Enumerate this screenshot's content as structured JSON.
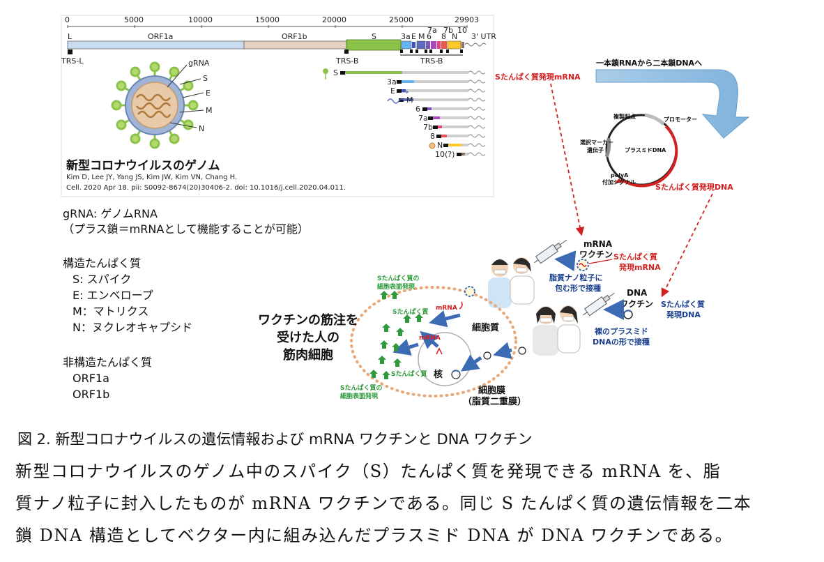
{
  "genome_panel": {
    "scale_ticks": [
      "0",
      "5000",
      "10000",
      "15000",
      "20000",
      "25000",
      "29903"
    ],
    "orf_labels": [
      "ORF1a",
      "ORF1b",
      "S",
      "3a",
      "E",
      "M",
      "6",
      "7a",
      "7b",
      "8",
      "N",
      "10",
      "3' UTR"
    ],
    "left_end": "L",
    "trs_labels": [
      "TRS-L",
      "TRS-B",
      "TRS-B"
    ],
    "virion_labels": [
      "gRNA",
      "S",
      "E",
      "M",
      "N"
    ],
    "sgrna_labels": [
      "S",
      "3a",
      "E",
      "M",
      "6",
      "7a",
      "7b",
      "8",
      "N",
      "10(?)"
    ],
    "title": "新型コロナウイルスのゲノム",
    "citation_line1": "Kim D, Lee JY, Yang JS, Kim JW, Kim VN, Chang H.",
    "citation_line2": "Cell. 2020 Apr 18. pii: S0092-8674(20)30406-2. doi: 10.1016/j.cell.2020.04.011."
  },
  "legend": {
    "grna_line1": "gRNA: ゲノムRNA",
    "grna_line2": "（プラス鎖＝mRNAとして機能することが可能）",
    "structural_title": "構造たんぱく質",
    "structural_items": [
      "S: スパイク",
      "E: エンベロープ",
      "M：マトリクス",
      "N：ヌクレオキャプシド"
    ],
    "nonstructural_title": "非構造たんぱく質",
    "nonstructural_items": [
      "ORF1a",
      "ORF1b"
    ]
  },
  "plasmid_panel": {
    "conversion_label": "一本鎖RNAから二本鎖DNAへ",
    "s_mrna_label": "Sたんぱく質発現mRNA",
    "origin": "複製起点",
    "promoter": "プロモーター",
    "marker_line1": "選択マーカー",
    "marker_line2": "遺伝子",
    "plasmid": "プラスミドDNA",
    "polya_line1": "polyA",
    "polya_line2": "付加シグナル",
    "s_dna_label": "Sたんぱく質発現DNA"
  },
  "vaccine_panel": {
    "mrna_vaccine_line1": "mRNA",
    "mrna_vaccine_line2": "ワクチン",
    "mrna_s_line1": "Sたんぱく質",
    "mrna_s_line2": "発現mRNA",
    "lnp_line1": "脂質ナノ粒子に",
    "lnp_line2": "包む形で接種",
    "dna_vaccine_line1": "DNA",
    "dna_vaccine_line2": "ワクチン",
    "dna_s_line1": "Sたんぱく質",
    "dna_s_line2": "発現DNA",
    "naked_line1": "裸のプラスミド",
    "naked_line2": "DNAの形で接種"
  },
  "cell_panel": {
    "surface_top_line1": "Sたんぱく質の",
    "surface_top_line2": "細胞表面発現",
    "s_protein_1": "Sたんぱく質",
    "mrna_1": "mRNA",
    "mrna_2": "mRNA",
    "cytoplasm": "細胞質",
    "muscle_line1": "ワクチンの筋注を",
    "muscle_line2": "受けた人の",
    "muscle_line3": "筋肉細胞",
    "s_protein_2": "Sたんぱく質",
    "nucleus": "核",
    "membrane_line1": "細胞膜",
    "membrane_line2": "（脂質二重膜）",
    "surface_bottom_line1": "Sたんぱく質の",
    "surface_bottom_line2": "細胞表面発現"
  },
  "caption": "図 2.  新型コロナウイルスの遺伝情報および mRNA ワクチンと DNA ワクチン",
  "body_text": [
    "新型コロナウイルスのゲノム中のスパイク（S）たんぱく質を発現できる mRNA を、脂",
    "質ナノ粒子に封入したものが mRNA ワクチンである。同じ S たんぱく質の遺伝情報を二本",
    "鎖 DNA 構造としてベクター内に組み込んだプラスミド DNA が DNA ワクチンである。"
  ],
  "colors": {
    "orf1a": "#c9dcef",
    "orf1b": "#e6d2c2",
    "spike": "#8bc34a",
    "red_text": "#d32020",
    "blue_text": "#1a3f8f",
    "green_protein": "#2e9a3a",
    "blue_arrow": "#3d6bb3",
    "cell_dots": "#e8a878"
  }
}
